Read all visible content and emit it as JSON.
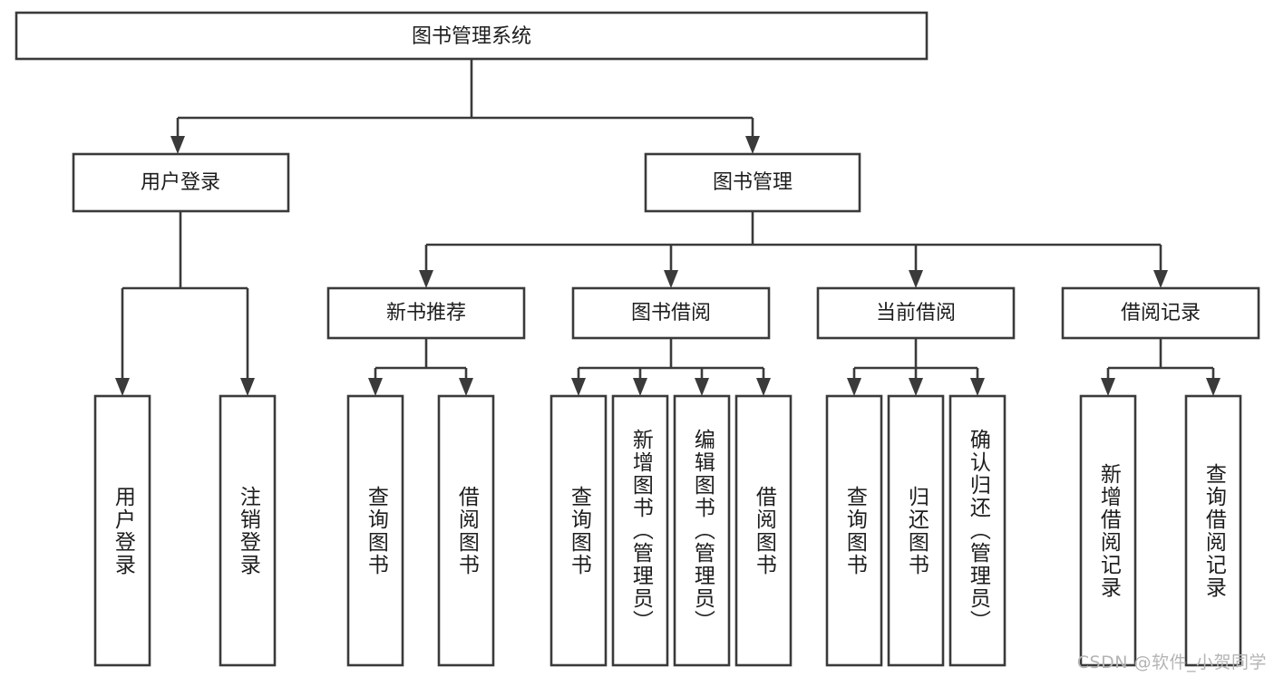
{
  "diagram": {
    "title_node": {
      "label": "图书管理系统"
    },
    "level2": [
      {
        "id": "user-login",
        "label": "用户登录"
      },
      {
        "id": "book-manage",
        "label": "图书管理"
      }
    ],
    "level3": [
      {
        "id": "new-book-rec",
        "label": "新书推荐",
        "parent": "book-manage"
      },
      {
        "id": "book-borrow",
        "label": "图书借阅",
        "parent": "book-manage"
      },
      {
        "id": "current-borrow",
        "label": "当前借阅",
        "parent": "book-manage"
      },
      {
        "id": "borrow-record",
        "label": "借阅记录",
        "parent": "book-manage"
      }
    ],
    "leaves": [
      {
        "id": "leaf-user-login",
        "label": "用户登录",
        "parent": "user-login"
      },
      {
        "id": "leaf-user-logout",
        "label": "注销登录",
        "parent": "user-login"
      },
      {
        "id": "leaf-query-book-1",
        "label": "查询图书",
        "parent": "new-book-rec"
      },
      {
        "id": "leaf-borrow-book-1",
        "label": "借阅图书",
        "parent": "new-book-rec"
      },
      {
        "id": "leaf-query-book-2",
        "label": "查询图书",
        "parent": "book-borrow"
      },
      {
        "id": "leaf-add-book",
        "label": "新增图书（管理员）",
        "parent": "book-borrow"
      },
      {
        "id": "leaf-edit-book",
        "label": "编辑图书（管理员）",
        "parent": "book-borrow"
      },
      {
        "id": "leaf-borrow-book-2",
        "label": "借阅图书",
        "parent": "book-borrow"
      },
      {
        "id": "leaf-query-book-3",
        "label": "查询图书",
        "parent": "current-borrow"
      },
      {
        "id": "leaf-return-book",
        "label": "归还图书",
        "parent": "current-borrow"
      },
      {
        "id": "leaf-confirm-return",
        "label": "确认归还（管理员）",
        "parent": "current-borrow"
      },
      {
        "id": "leaf-add-record",
        "label": "新增借阅记录",
        "parent": "borrow-record"
      },
      {
        "id": "leaf-query-record",
        "label": "查询借阅记录",
        "parent": "borrow-record"
      }
    ],
    "colors": {
      "stroke": "#3a3a3a",
      "fill": "#ffffff",
      "text": "#1d1d1d",
      "watermark": "#b4b4b4"
    }
  },
  "watermark": {
    "text": "CSDN @软件_小贺同学"
  }
}
